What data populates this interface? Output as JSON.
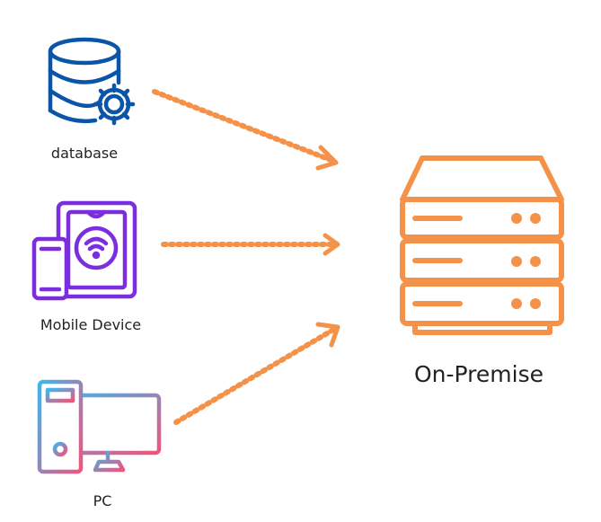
{
  "colors": {
    "arrow": "#f4924a",
    "server": "#f4924a",
    "database_icon": "#0b55a8",
    "mobile_icon": "#7a2ee0",
    "pc_gradient_start": "#3db7ec",
    "pc_gradient_end": "#f0557c",
    "label": "#222222"
  },
  "nodes": {
    "database": {
      "label": "database",
      "icon": "database-gear-icon"
    },
    "mobile": {
      "label": "Mobile Device",
      "icon": "tablet-phone-wifi-icon"
    },
    "pc": {
      "label": "PC",
      "icon": "desktop-pc-icon"
    },
    "server": {
      "label": "On-Premise",
      "icon": "server-rack-icon"
    }
  },
  "edges": [
    {
      "from": "database",
      "to": "server",
      "style": "dotted-arrow"
    },
    {
      "from": "mobile",
      "to": "server",
      "style": "dotted-arrow"
    },
    {
      "from": "pc",
      "to": "server",
      "style": "dotted-arrow"
    }
  ]
}
